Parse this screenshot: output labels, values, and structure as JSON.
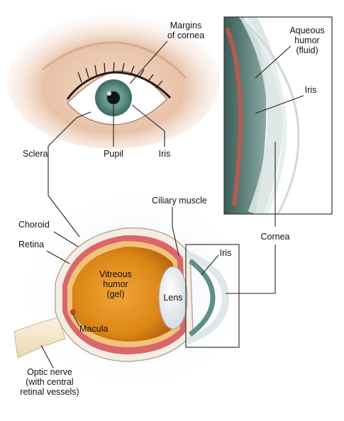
{
  "labels": {
    "margins_of_cornea": [
      "Margins",
      "of cornea"
    ],
    "sclera": "Sclera",
    "pupil": "Pupil",
    "iris_top": "Iris",
    "aqueous_humor": [
      "Aqueous",
      "humor",
      "(fluid)"
    ],
    "iris_inset": "Iris",
    "ciliary_muscle": "Ciliary muscle",
    "choroid": "Choroid",
    "retina": "Retina",
    "vitreous_humor": [
      "Vitreous",
      "humor",
      "(gel)"
    ],
    "lens": "Lens",
    "iris_lower": "Iris",
    "cornea": "Cornea",
    "macula": "Macula",
    "optic_nerve": [
      "Optic nerve",
      "(with central",
      "retinal vessels)"
    ]
  },
  "colors": {
    "iris": "#5f8f86",
    "vitreous": "#e0901c",
    "choroid": "#d9676a",
    "skin": "#e8c2a8",
    "background_glow": "#e9eef8"
  }
}
